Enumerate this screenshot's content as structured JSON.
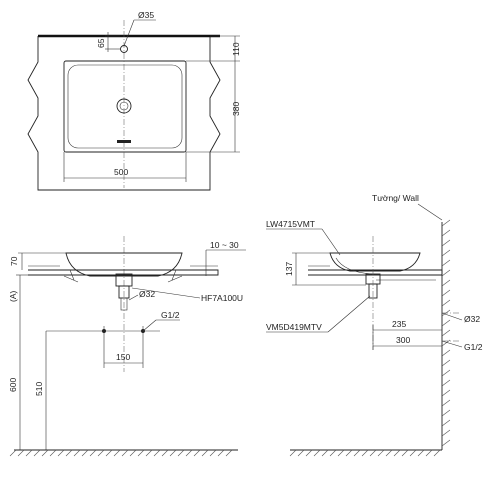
{
  "top_view": {
    "tap_hole_dia": "Ø35",
    "dim_tap_offset": "65",
    "dim_back": "110",
    "dim_depth": "380",
    "dim_width": "500"
  },
  "front_view": {
    "dim_counter": "10 ~ 30",
    "dim_rim": "70",
    "label_a": "(A)",
    "drain_dia": "Ø32",
    "drain_model": "HF7A100U",
    "supply_thread": "G1/2",
    "dim_supply_spacing": "150",
    "dim_height_a": "600",
    "dim_supply_height": "510"
  },
  "side_view": {
    "wall_label": "Tường/ Wall",
    "basin_model": "LW4715VMT",
    "dim_basin_height": "137",
    "trap_model": "VM5D419MTV",
    "dim_235": "235",
    "dim_300": "300",
    "drain_dia": "Ø32",
    "supply_thread": "G1/2"
  }
}
